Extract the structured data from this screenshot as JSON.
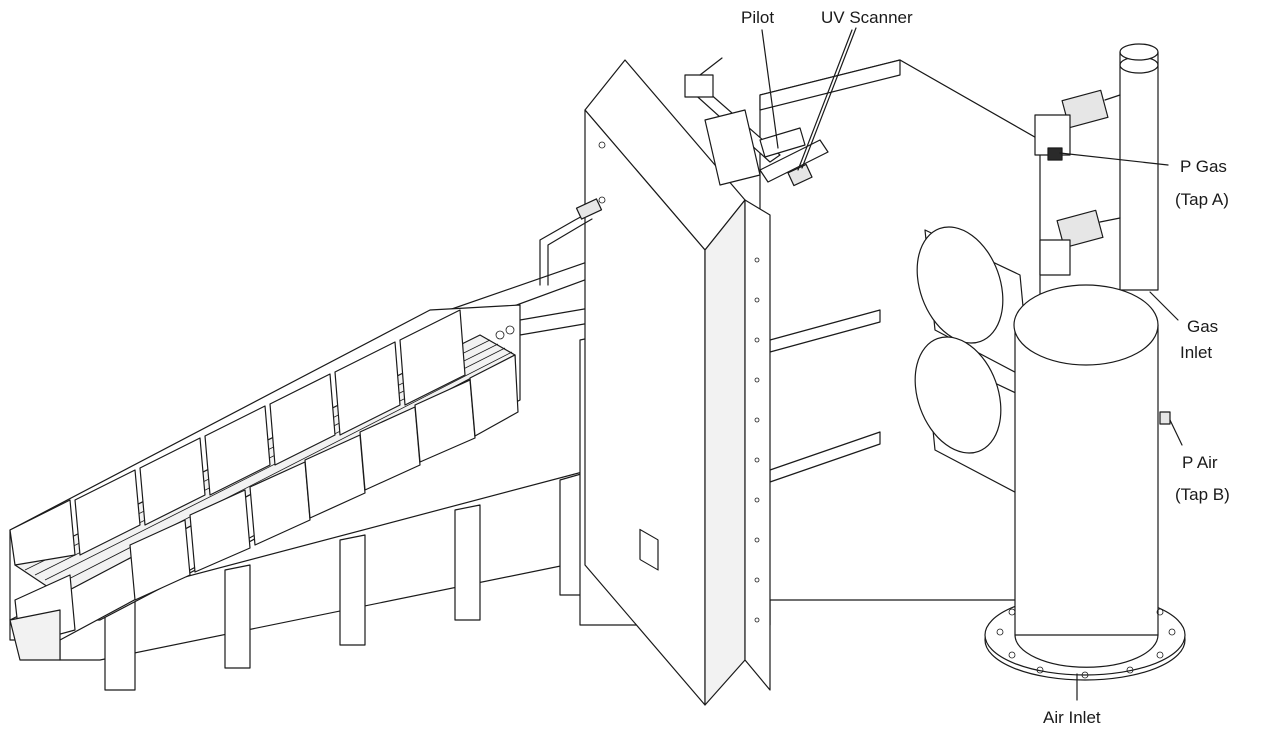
{
  "labels": {
    "pilot": "Pilot",
    "uv_scanner": "UV Scanner",
    "p_gas_line1": "P Gas",
    "p_gas_line2": "(Tap A)",
    "gas_inlet_line1": "Gas",
    "gas_inlet_line2": "Inlet",
    "p_air_line1": "P Air",
    "p_air_line2": "(Tap B)",
    "air_inlet": "Air Inlet"
  },
  "colors": {
    "line": "#1a1a1a",
    "background": "#ffffff",
    "shade": "#f2f2f2"
  }
}
